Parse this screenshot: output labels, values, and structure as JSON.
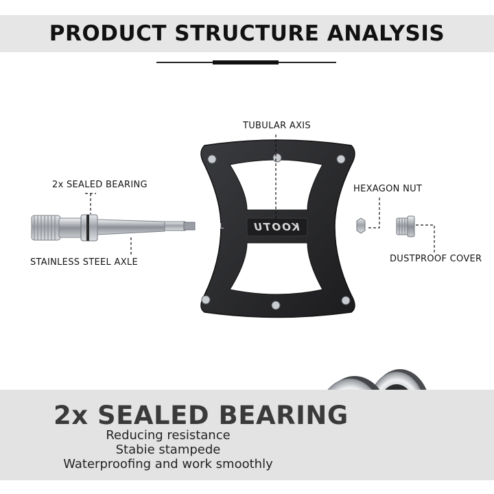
{
  "header": {
    "title": "PRODUCT STRUCTURE ANALYSIS"
  },
  "labels": {
    "tubular_axis": "TUBULAR AXIS",
    "sealed_bearing": "2x SEALED BEARING",
    "hexagon_nut": "HEXAGON NUT",
    "stainless_axle": "STAINLESS STEEL AXLE",
    "dustproof_cover": "DUSTPROOF COVER"
  },
  "pedal": {
    "brand": "KOOTU",
    "side_mark": "L"
  },
  "feature": {
    "title": "2x SEALED BEARING",
    "lines": [
      "Reducing resistance",
      "Stabie stampede",
      "Waterproofing and work smoothly"
    ]
  },
  "colors": {
    "band": "#e6e6e6",
    "pedal": "#2a2a2c",
    "metal": "#b9bcc0",
    "title": "#3a3a3a"
  }
}
